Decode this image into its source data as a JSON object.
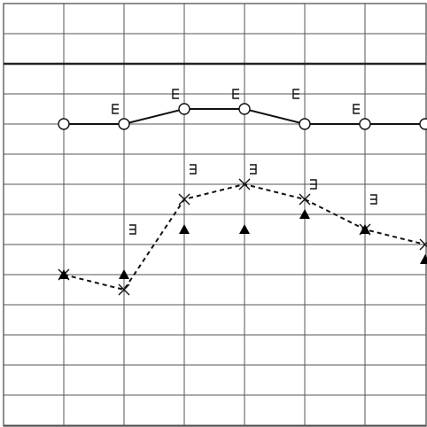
{
  "chart_data": {
    "type": "line",
    "title": "",
    "xlabel": "",
    "ylabel": "",
    "x": [
      1,
      2,
      3,
      4,
      5,
      6,
      7
    ],
    "ylim": [
      0,
      14
    ],
    "y_inverted": true,
    "grid": true,
    "legend": "none",
    "series": [
      {
        "marker": "circle",
        "line": "solid",
        "values": [
          4,
          4,
          3.5,
          3.5,
          4,
          4,
          4
        ]
      },
      {
        "marker": "left-bracket",
        "line": "none",
        "values": [
          null,
          3.5,
          3,
          3,
          3,
          3.5,
          null
        ]
      },
      {
        "marker": "cross",
        "line": "dashed",
        "values": [
          9,
          9.5,
          6.5,
          6,
          6.5,
          7.5,
          8
        ]
      },
      {
        "marker": "right-bracket",
        "line": "none",
        "values": [
          null,
          7.5,
          5.5,
          5.5,
          6,
          6.5,
          null
        ]
      },
      {
        "marker": "filled-triangle",
        "line": "none",
        "values": [
          9,
          9,
          7.5,
          7.5,
          7,
          7.5,
          8.5
        ]
      }
    ]
  }
}
